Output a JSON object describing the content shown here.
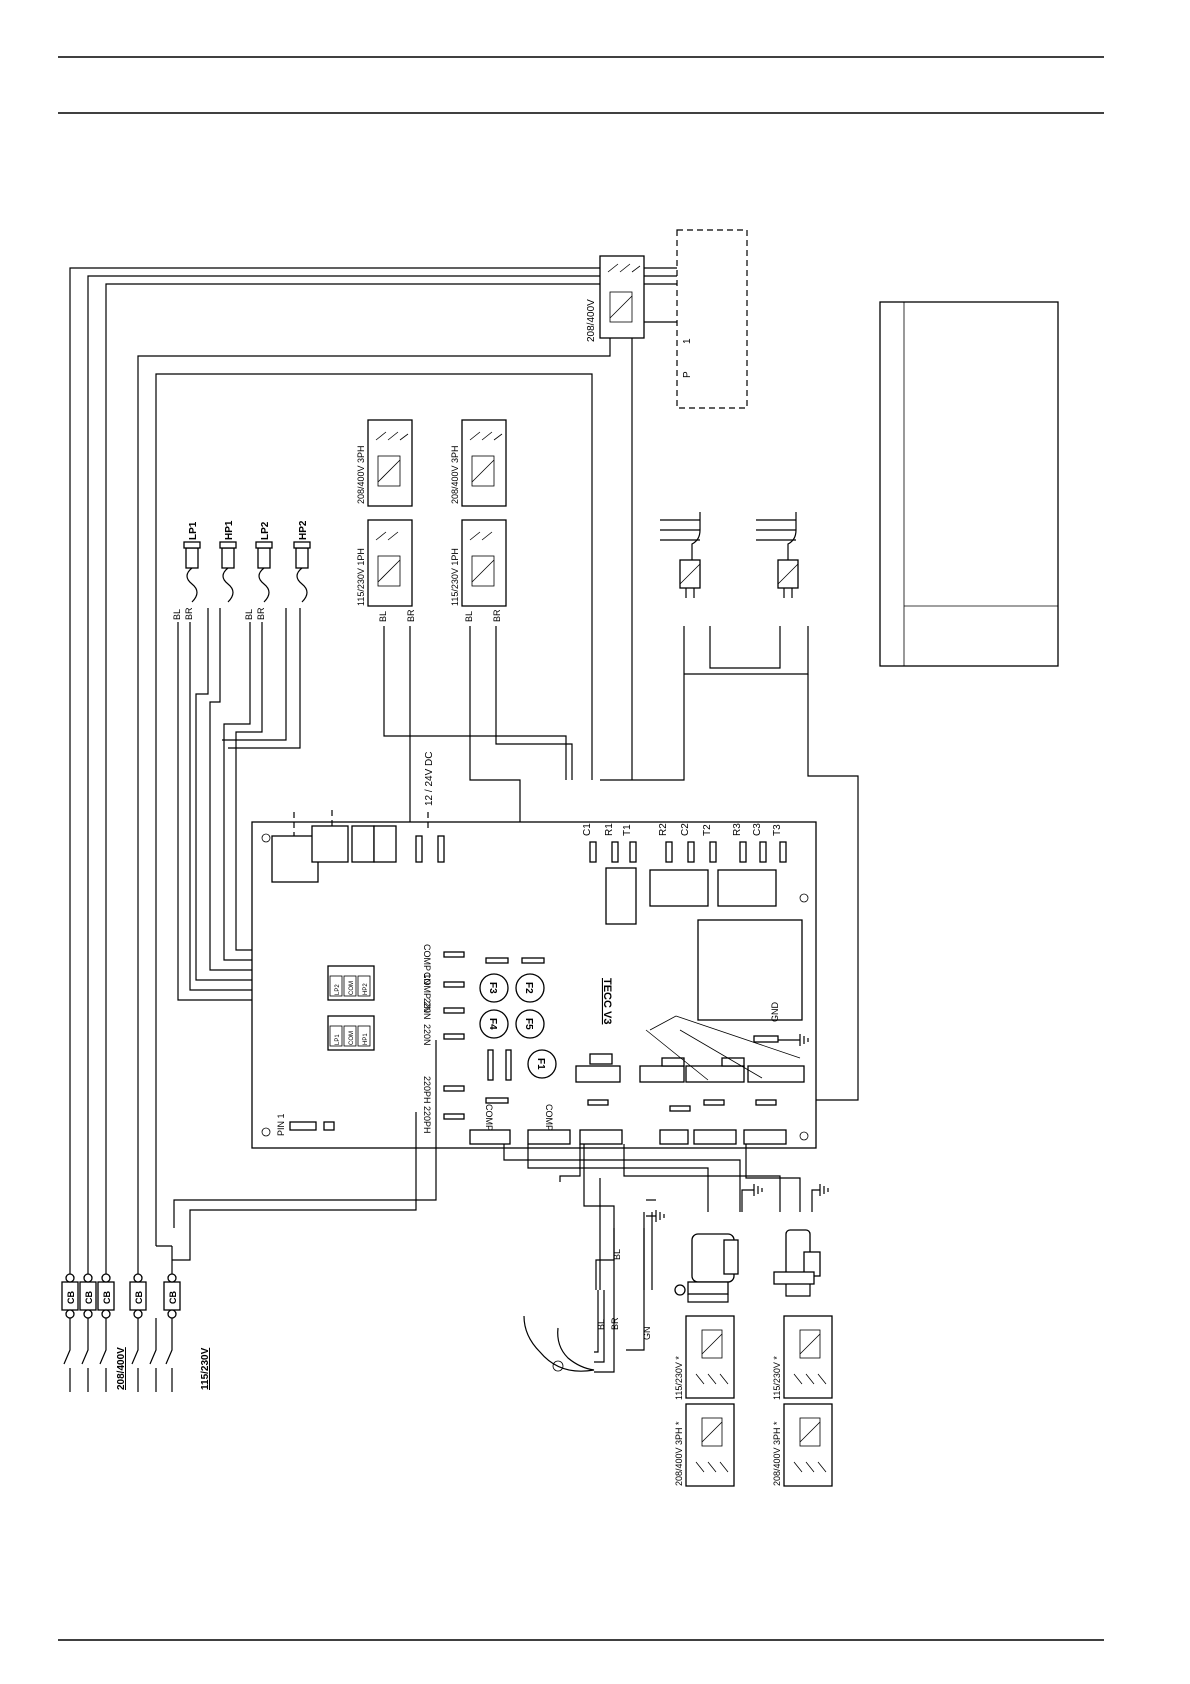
{
  "pcb": {
    "name": "TECC V3",
    "pin1": "PIN 1",
    "gnd": "GND",
    "supply": "12 / 24V DC",
    "terminals": [
      "C1",
      "R1",
      "T1",
      "R2",
      "C2",
      "T2",
      "R3",
      "C3",
      "T3"
    ],
    "fuses": [
      "F3",
      "F2",
      "F4",
      "F5",
      "F1"
    ],
    "left_connectors": [
      "COMP 1N",
      "COMP 2N",
      "220N",
      "220N",
      "220PH",
      "220PH"
    ],
    "bottom_labels": [
      "COMP1",
      "COMP2"
    ]
  },
  "pressure_switches": [
    "LP1",
    "HP1",
    "LP2",
    "HP2"
  ],
  "switch_wires": [
    "BL",
    "BR",
    "BL",
    "BR"
  ],
  "relays": {
    "one_phase": "115/230V 1PH",
    "three_phase": "208/400V 3PH",
    "wire_labels": [
      "BL",
      "BR",
      "BL",
      "BR"
    ]
  },
  "connector_blocks": {
    "upper": [
      "LP2",
      "COM",
      "HP2"
    ],
    "lower": [
      "LP1",
      "COM",
      "HP1"
    ]
  },
  "top_contactor": "208/400V",
  "remote_terminals": [
    "P",
    "1"
  ],
  "circuit_breakers": [
    "CB",
    "CB",
    "CB",
    "CB",
    "CB"
  ],
  "supply_voltages": [
    "208/400V",
    "115/230V"
  ],
  "fan_wires": [
    "BL",
    "BL",
    "BR",
    "GN"
  ],
  "motor_relays": [
    "115/230V *",
    "115/230V *",
    "208/400V 3PH *",
    "208/400V 3PH *"
  ]
}
